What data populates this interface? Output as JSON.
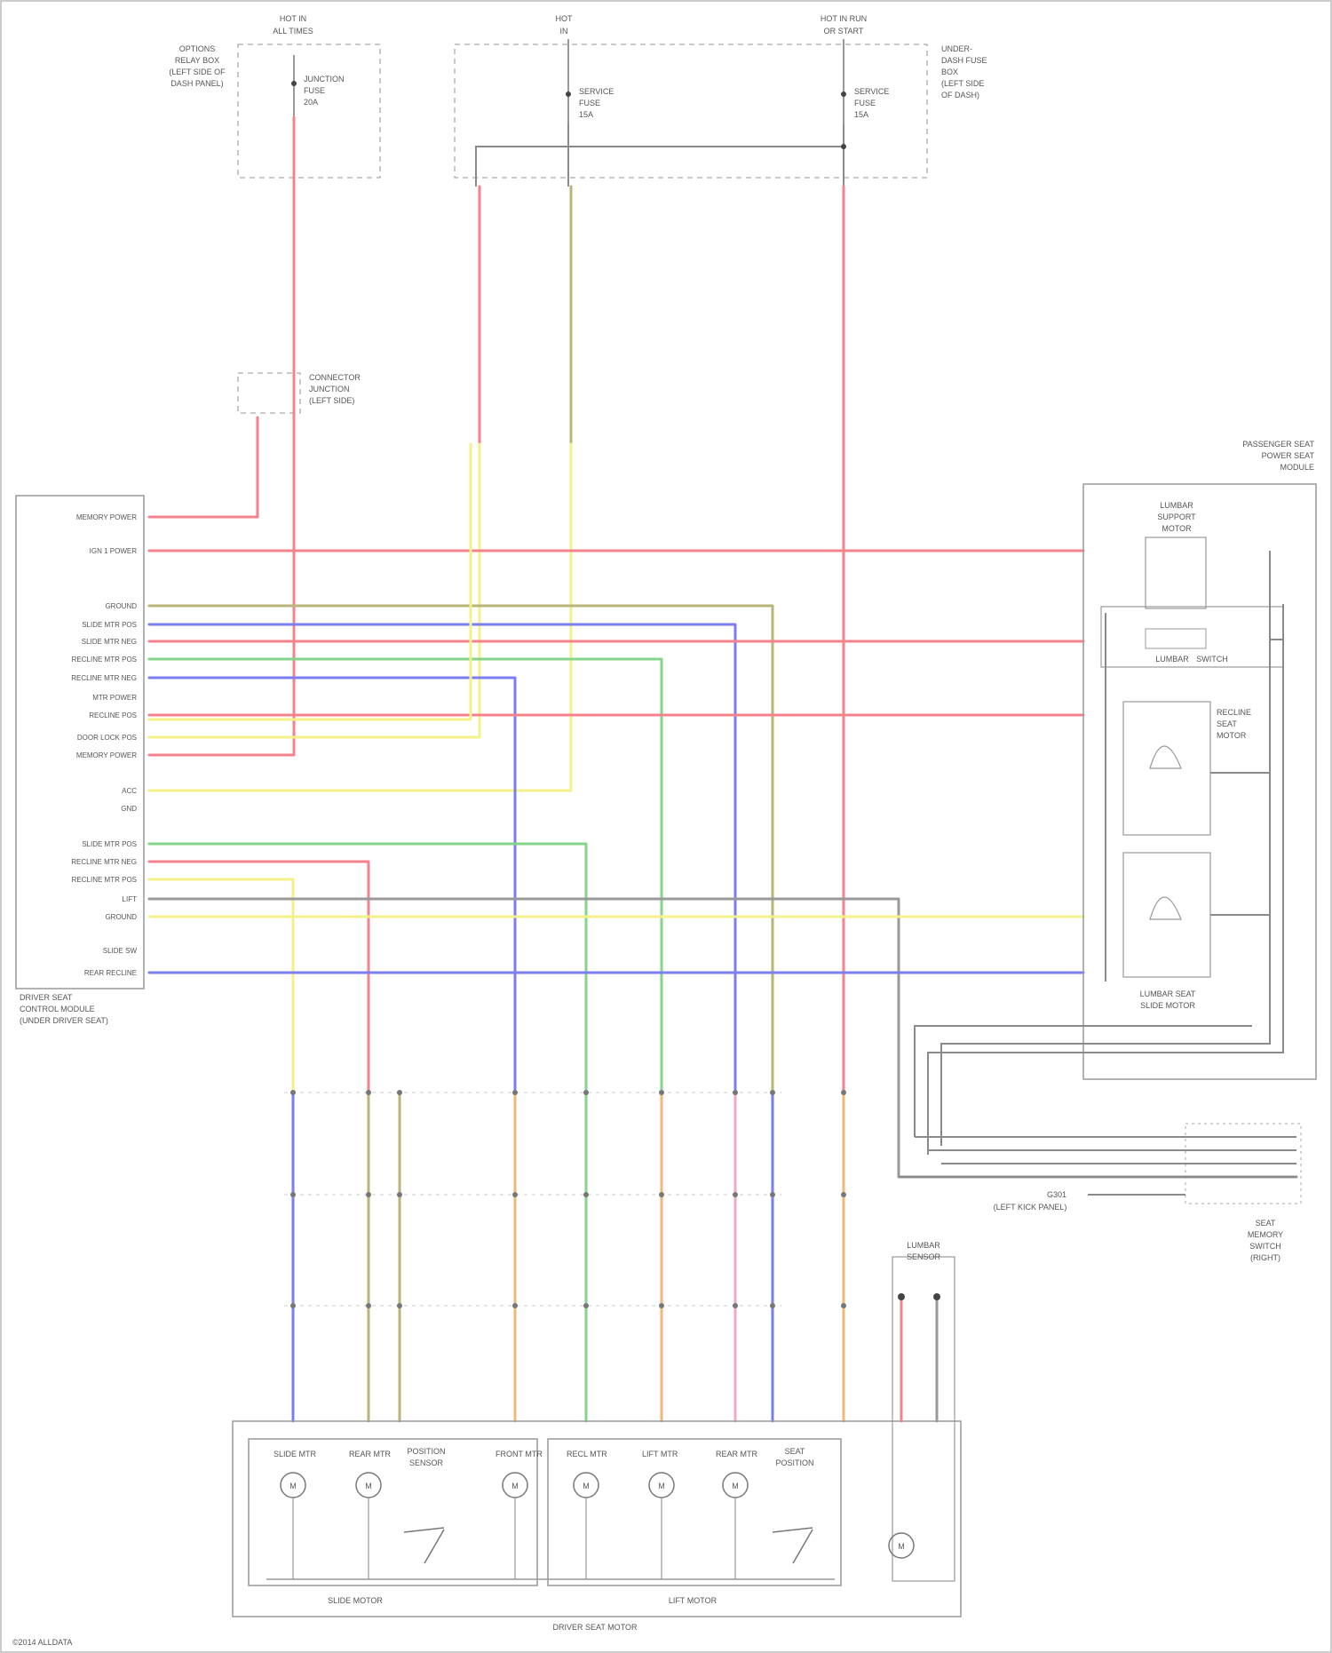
{
  "power": {
    "hot_all_times": [
      "HOT IN",
      "ALL TIMES"
    ],
    "hot_run": [
      "HOT",
      "IN"
    ],
    "hot_run_start": [
      "HOT IN RUN",
      "OR START"
    ]
  },
  "relay_box": [
    "OPTIONS",
    "RELAY BOX",
    "(LEFT SIDE OF",
    "DASH PANEL)"
  ],
  "fuse_box": [
    "UNDER-",
    "DASH FUSE",
    "BOX",
    "(LEFT SIDE",
    "OF DASH)"
  ],
  "fuse_a": [
    "JUNCTION",
    "FUSE",
    "20A"
  ],
  "fuse_b": [
    "SERVICE",
    "FUSE",
    "15A"
  ],
  "fuse_c": [
    "SERVICE",
    "FUSE",
    "15A"
  ],
  "junction_connector": [
    "CONNECTOR",
    "JUNCTION",
    "(LEFT SIDE)"
  ],
  "controller": {
    "pins": [
      "MEMORY POWER",
      "IGN 1 POWER",
      "GROUND",
      "SLIDE MTR POS",
      "SLIDE MTR NEG",
      "RECLINE MTR POS",
      "RECLINE MTR NEG",
      "MTR POWER",
      "RECLINE POS",
      "DOOR LOCK POS",
      "MEMORY POWER",
      "ACC",
      "GND",
      "SLIDE MTR POS",
      "RECLINE MTR NEG",
      "RECLINE MTR POS",
      "LIFT",
      "GROUND",
      "SLIDE SW",
      "REAR RECLINE"
    ],
    "caption": [
      "DRIVER SEAT",
      "CONTROL MODULE",
      "(UNDER DRIVER SEAT)"
    ]
  },
  "right_module": {
    "title": [
      "PASSENGER SEAT",
      "POWER SEAT",
      "MODULE"
    ],
    "lumbar": [
      "LUMBAR",
      "SUPPORT",
      "MOTOR"
    ],
    "lumbar_switch": [
      "LUMBAR",
      "SWITCH"
    ],
    "switch": [
      "LUMBAR SEAT",
      "SWITCH"
    ],
    "recline_motor": [
      "RECLINE",
      "SEAT",
      "MOTOR"
    ],
    "lower_motor": [
      "LUMBAR SEAT",
      "SLIDE MOTOR"
    ]
  },
  "memory_switch": [
    "SEAT",
    "MEMORY",
    "SWITCH",
    "(RIGHT)"
  ],
  "ground_tag": [
    "G301",
    "(LEFT KICK PANEL)"
  ],
  "bottom": {
    "motors_left": [
      "SLIDE MTR",
      "REAR MTR",
      "FRONT MTR"
    ],
    "motors_right": [
      "RECL MTR",
      "LIFT MTR",
      "REAR MTR"
    ],
    "position_sensor": [
      "POSITION",
      "SENSOR"
    ],
    "position_sensor_2": [
      "SEAT",
      "POSITION"
    ],
    "lumbar_sensor": [
      "LUMBAR",
      "SENSOR"
    ],
    "motor_m": "M",
    "sub_left": "SLIDE MOTOR",
    "sub_right": "LIFT MOTOR",
    "main": "DRIVER SEAT MOTOR",
    "footnote": "©2014 ALLDATA"
  },
  "wire_colors": {
    "red": "#f4828c",
    "yellow": "#f4f08a",
    "olive": "#b8b47a",
    "blue": "#7b7ef0",
    "green": "#86d48a",
    "pink": "#f0a8c8",
    "orange": "#f0b878",
    "gray": "#9a9a9a"
  }
}
